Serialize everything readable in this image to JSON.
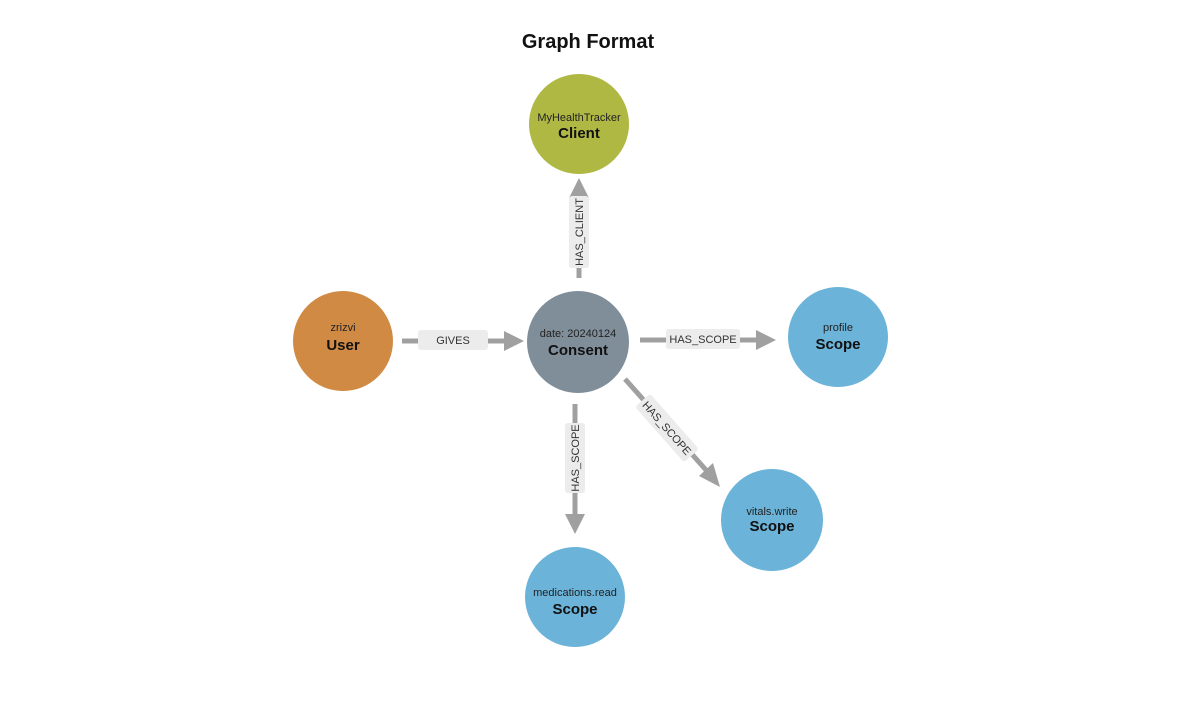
{
  "title": "Graph Format",
  "colors": {
    "user": "#d08a44",
    "consent": "#808e9a",
    "client": "#b0b844",
    "scope": "#6bb3d8",
    "edge": "#a0a0a0",
    "edge_label_bg": "#ececec"
  },
  "nodes": {
    "user": {
      "property": "zrizvi",
      "label": "User"
    },
    "consent": {
      "property": "date: 20240124",
      "label": "Consent"
    },
    "client": {
      "property": "MyHealthTracker",
      "label": "Client"
    },
    "scope_profile": {
      "property": "profile",
      "label": "Scope"
    },
    "scope_vitals": {
      "property": "vitals.write",
      "label": "Scope"
    },
    "scope_medications": {
      "property": "medications.read",
      "label": "Scope"
    }
  },
  "edges": {
    "gives": {
      "label": "GIVES"
    },
    "has_client": {
      "label": "HAS_CLIENT"
    },
    "has_scope_profile": {
      "label": "HAS_SCOPE"
    },
    "has_scope_vitals": {
      "label": "HAS_SCOPE"
    },
    "has_scope_medications": {
      "label": "HAS_SCOPE"
    }
  }
}
